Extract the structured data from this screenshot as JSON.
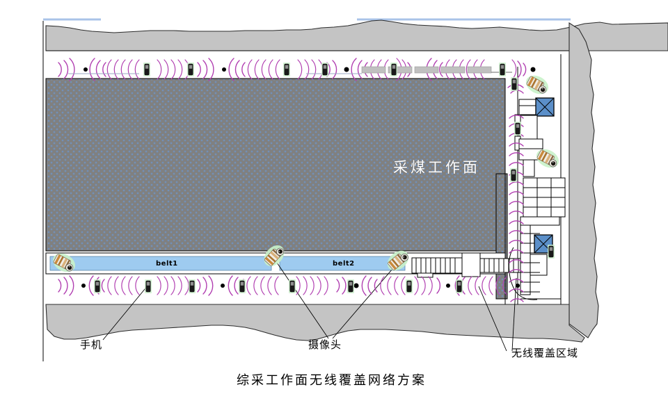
{
  "title": "综采工作面无线覆盖网络方案",
  "diagram": {
    "face_label": "采煤工作面",
    "belts": [
      {
        "name": "belt1"
      },
      {
        "name": "belt2"
      }
    ],
    "callouts": [
      {
        "id": "phone",
        "label": "手机"
      },
      {
        "id": "camera",
        "label": "摄像头"
      },
      {
        "id": "coverage",
        "label": "无线覆盖区域"
      }
    ],
    "legend_colors": {
      "signal_arc": "#b13fb1",
      "coal_face": "#808080",
      "belt": "#9ecbf0",
      "rock_strata": "#c4c4c4",
      "equipment_box": "#5b8fc9",
      "phone_icon": "#1a1a1a"
    },
    "counts": {
      "phone_icons_top_row": 9,
      "phone_icons_bottom_row": 9,
      "cameras": 5,
      "equipment_boxes": 2
    }
  }
}
